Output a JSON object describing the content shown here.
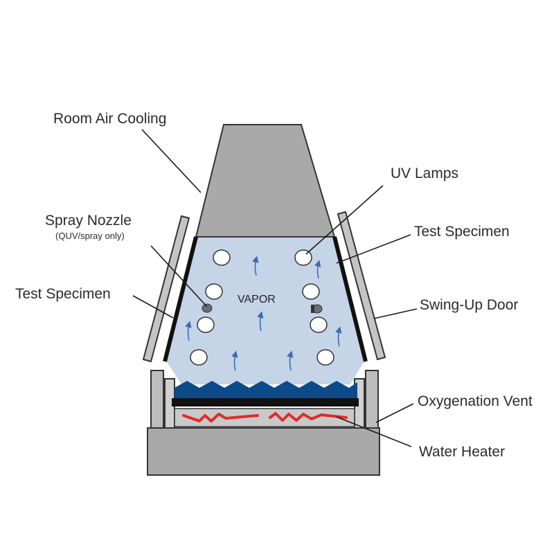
{
  "labels": {
    "room_air_cooling": "Room Air Cooling",
    "uv_lamps": "UV Lamps",
    "spray_nozzle": "Spray Nozzle",
    "spray_nozzle_note": "(QUV/spray only)",
    "test_specimen_right": "Test Specimen",
    "test_specimen_left": "Test Specimen",
    "swing_up_door": "Swing-Up Door",
    "vapor": "VAPOR",
    "oxygenation_vent": "Oxygenation Vent",
    "water_heater": "Water Heater"
  },
  "colors": {
    "housing": "#a9a9a9",
    "chamber": "#c6d4e8",
    "water": "#0c4a8a",
    "heater": "#e02b2b",
    "vapor_arrow": "#3a6db0",
    "panel": "#bdbdbd",
    "outline": "#111111"
  }
}
